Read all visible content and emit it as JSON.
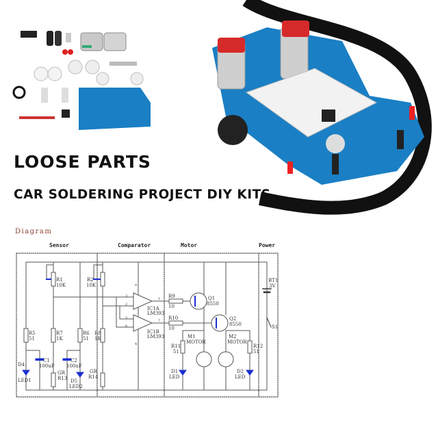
{
  "headline": {
    "line1": "LOOSE PARTS",
    "line2": "CAR SOLDERING PROJECT DIY KITS"
  },
  "colors": {
    "pcb": "#1a7fc4",
    "motor": "#d62a2a",
    "track": "#111111",
    "diagram_title": "#8a3b2b",
    "led": "#1c2fd1"
  },
  "diagram": {
    "title": "Diagram",
    "sections": [
      "Sensor",
      "Comparator",
      "Motor",
      "Power"
    ],
    "components": {
      "R1": "R1",
      "R1v": "10K",
      "R2": "R2",
      "R2v": "10K",
      "R5": "R5",
      "R5v": "51",
      "R7": "R7",
      "R7v": "1K",
      "R6": "R6",
      "R6v": "51",
      "R8": "R8",
      "R8v": "1K",
      "C1": "C1",
      "C1v": "100uF",
      "C2": "C2",
      "C2v": "100uF",
      "D4": "D4",
      "D4v": "LED1",
      "D5": "D5",
      "D5v": "LED2",
      "GR1": "GR",
      "R13": "R13",
      "GR2": "GR",
      "R14": "R14",
      "IC1A": "IC1A",
      "IC1Av": "LM393",
      "IC1B": "IC1B",
      "IC1Bv": "LM393",
      "p3": "3",
      "p2": "2",
      "p5": "5",
      "p6": "6",
      "p1": "1",
      "p7": "7",
      "p8": "8",
      "p4": "4",
      "R9": "R9",
      "R9v": "10",
      "R10": "R10",
      "R10v": "10",
      "Q1": "Q1",
      "Q1v": "8550",
      "Q2": "Q2",
      "Q2v": "8550",
      "M1": "M1",
      "M1v": "MOTOR",
      "M2": "M2",
      "M2v": "MOTOR",
      "R11": "R11",
      "R11v": "51",
      "R12": "R12",
      "R12v": "51",
      "D1": "D1",
      "D1v": "LED",
      "D2": "D2",
      "D2v": "LED",
      "BT1": "BT1",
      "BT1v": "3V",
      "S1": "S1"
    }
  }
}
